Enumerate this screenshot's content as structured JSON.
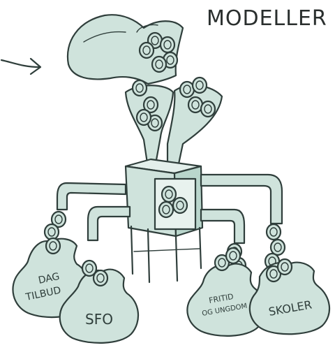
{
  "title": "MODELLER",
  "bags": [
    {
      "line1": "DAG",
      "line2": "TILBUD"
    },
    {
      "line1": "SFO"
    },
    {
      "line1": "FRITID",
      "line2": "OG UNGDOM"
    },
    {
      "line1": "SKOLER"
    }
  ],
  "colors": {
    "fill": "#cfe3dc",
    "ink": "#2f3e3b",
    "text": "#2a2f2e"
  }
}
